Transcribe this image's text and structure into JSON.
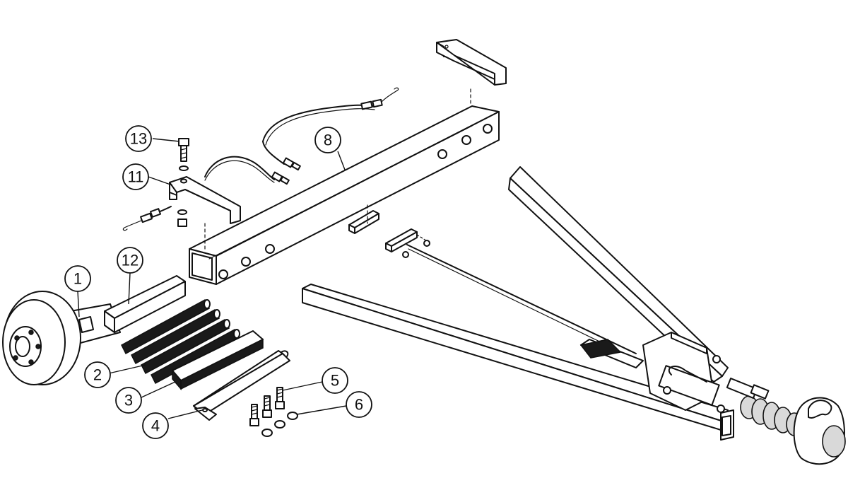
{
  "callouts": [
    {
      "id": "c1",
      "label": "1"
    },
    {
      "id": "c2",
      "label": "2"
    },
    {
      "id": "c3",
      "label": "3"
    },
    {
      "id": "c4",
      "label": "4"
    },
    {
      "id": "c5",
      "label": "5"
    },
    {
      "id": "c6",
      "label": "6"
    },
    {
      "id": "c8",
      "label": "8"
    },
    {
      "id": "c11",
      "label": "11"
    },
    {
      "id": "c12",
      "label": "12"
    },
    {
      "id": "c13",
      "label": "13"
    }
  ],
  "parts": {
    "1": "axle-hub",
    "2": "rods",
    "3": "flat-plate",
    "4": "slotted-strip",
    "5": "screws",
    "6": "nuts",
    "8": "cross-beam",
    "11": "mounting-bracket",
    "12": "axle-stub-bar",
    "13": "bolt"
  }
}
